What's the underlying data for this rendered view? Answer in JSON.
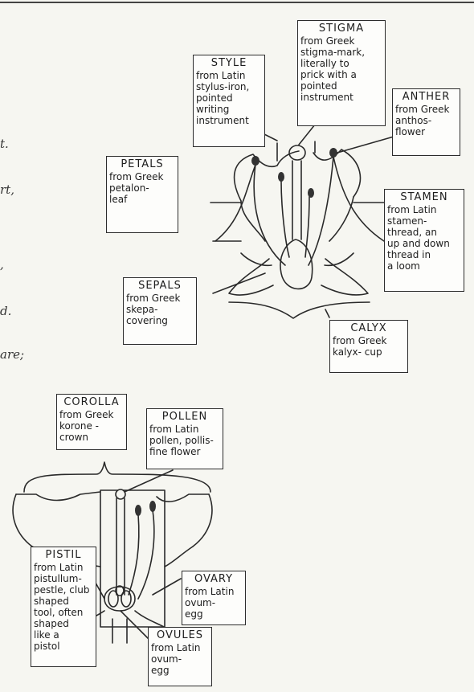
{
  "edge_text": [
    "t.",
    "rt,",
    ",",
    "d.",
    "are;"
  ],
  "labels": {
    "stigma": {
      "title": "STIGMA",
      "lines": [
        "from Greek",
        "stigma-mark,",
        "literally to",
        "prick with a",
        "pointed",
        "instrument"
      ]
    },
    "style": {
      "title": "STYLE",
      "lines": [
        "from Latin",
        "stylus-iron,",
        "pointed",
        "writing",
        "instrument"
      ]
    },
    "anther": {
      "title": "ANTHER",
      "lines": [
        "from Greek",
        "anthos-",
        "flower"
      ]
    },
    "petals": {
      "title": "PETALS",
      "lines": [
        "from Greek",
        "petalon-",
        "leaf"
      ]
    },
    "stamen": {
      "title": "STAMEN",
      "lines": [
        "from Latin",
        "stamen-",
        "thread, an",
        "up and down",
        "thread in",
        "a loom"
      ]
    },
    "sepals": {
      "title": "SEPALS",
      "lines": [
        "from Greek",
        "skepa-",
        "covering"
      ]
    },
    "calyx": {
      "title": "CALYX",
      "lines": [
        "from Greek",
        "kalyx- cup"
      ]
    },
    "corolla": {
      "title": "COROLLA",
      "lines": [
        "from Greek",
        "korone -",
        "crown"
      ]
    },
    "pollen": {
      "title": "POLLEN",
      "lines": [
        "from Latin",
        "pollen, pollis-",
        "fine flower"
      ]
    },
    "pistil": {
      "title": "PISTIL",
      "lines": [
        "from Latin",
        "pistullum-",
        "pestle, club",
        "shaped",
        "tool, often",
        "shaped",
        "like a",
        "pistol"
      ]
    },
    "ovary": {
      "title": "OVARY",
      "lines": [
        "from Latin",
        "ovum-",
        "egg"
      ]
    },
    "ovules": {
      "title": "OVULES",
      "lines": [
        "from Latin",
        "ovum-",
        "egg"
      ]
    }
  }
}
